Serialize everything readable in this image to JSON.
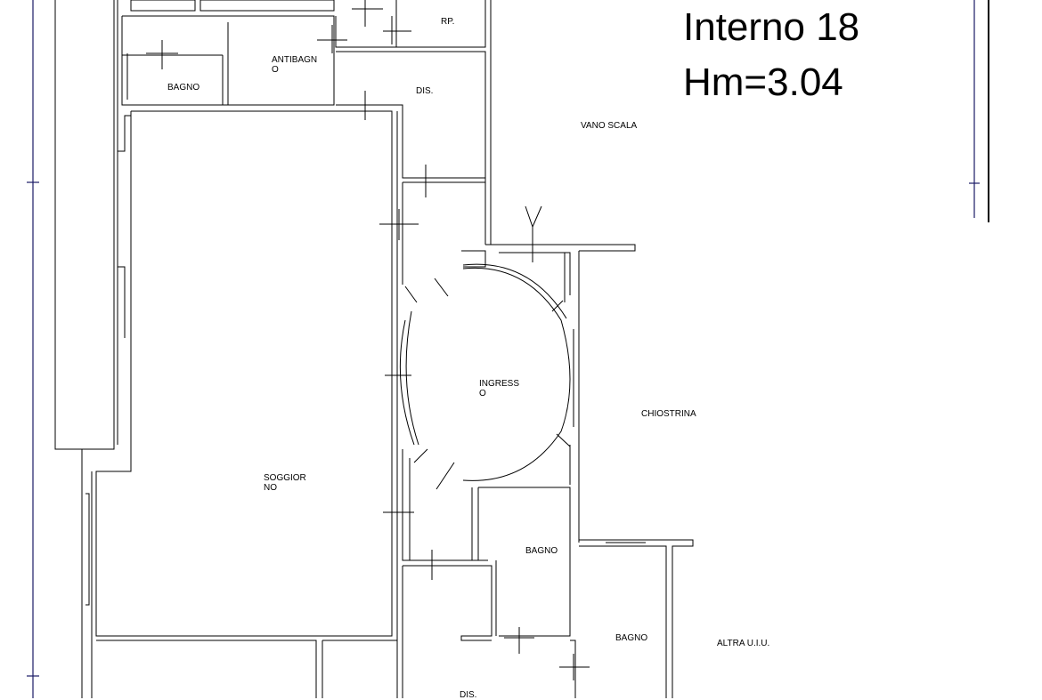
{
  "header": {
    "title": "Interno 18",
    "height_label": "Hm=3.04"
  },
  "rooms": {
    "rp": "RP.",
    "antibagno": "ANTIBAGN\nO",
    "bagno_top": "BAGNO",
    "dis_top": "DIS.",
    "vano_scala": "VANO SCALA",
    "ingresso": "INGRESS\nO",
    "chiostrina": "CHIOSTRINA",
    "soggiorno": "SOGGIOR\nNO",
    "bagno_mid": "BAGNO",
    "bagno_right": "BAGNO",
    "altra_uiu": "ALTRA U.I.U.",
    "dis_bottom": "DIS."
  },
  "colors": {
    "wall": "#000000",
    "dimension_line": "#1a1a66"
  }
}
